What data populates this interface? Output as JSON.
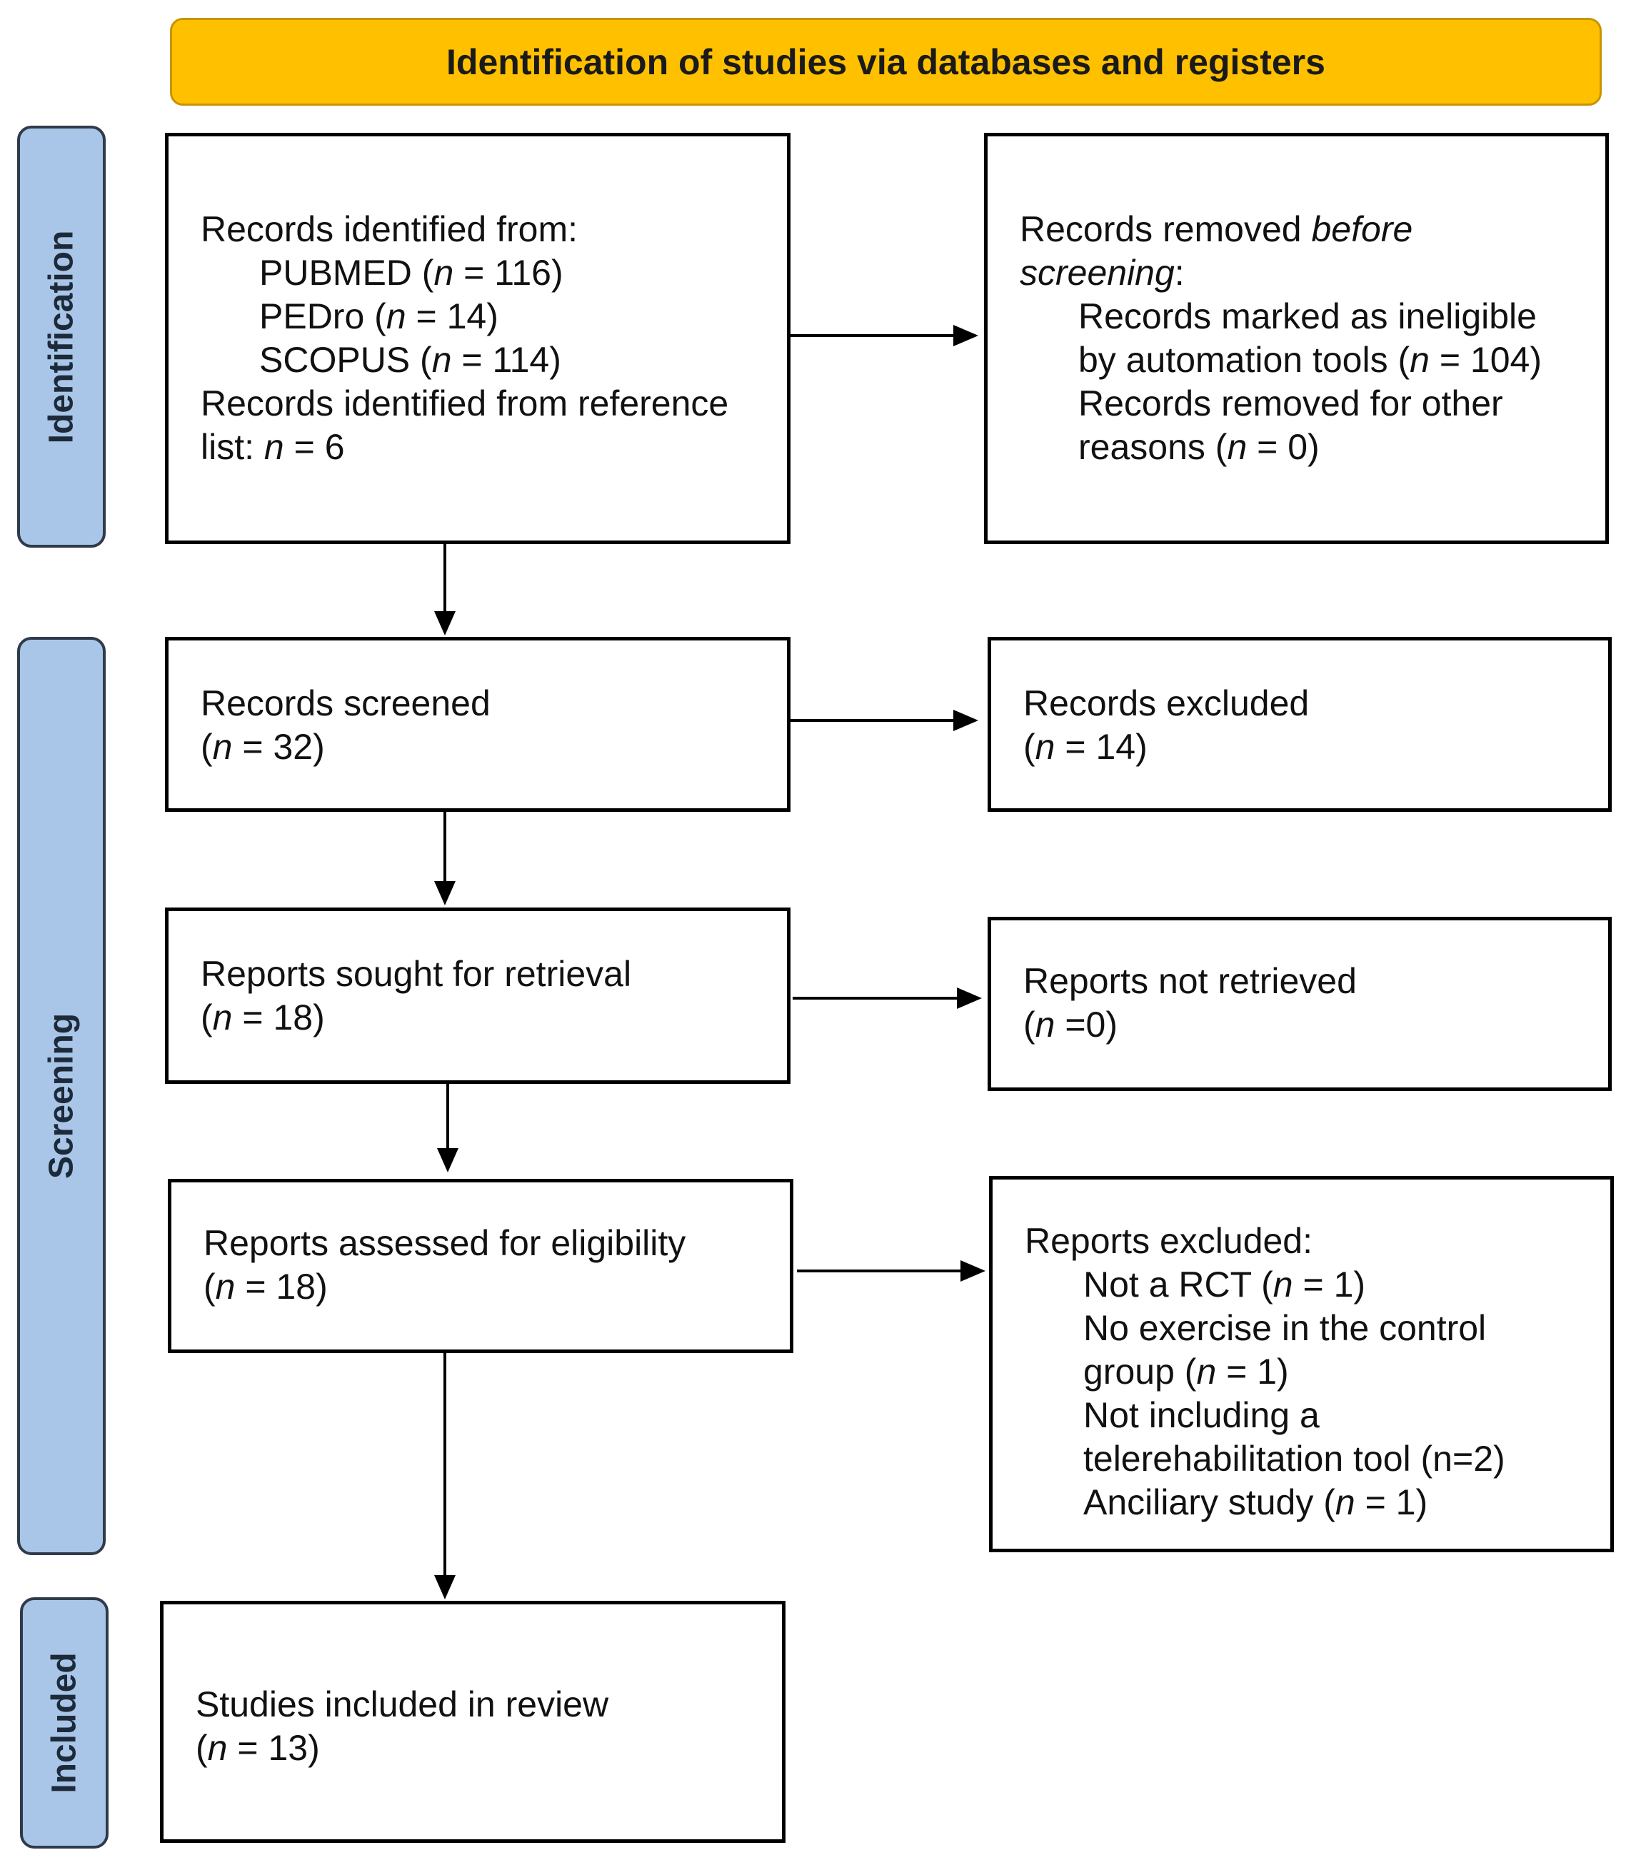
{
  "header": {
    "title": "Identification of studies via databases and registers"
  },
  "phases": {
    "identification": "Identification",
    "screening": "Screening",
    "included": "Included"
  },
  "records_identified": {
    "heading": "Records identified from:",
    "pubmed_name": "PUBMED (",
    "pubmed_n": "n",
    "pubmed_val": " = 116)",
    "pedro_name": "PEDro (",
    "pedro_n": "n",
    "pedro_val": " = 14)",
    "scopus_name": "SCOPUS (",
    "scopus_n": "n",
    "scopus_val": " = 114)",
    "reflist_line1": "Records identified from reference",
    "reflist_pre": "list: ",
    "reflist_n": "n",
    "reflist_val": " = 6"
  },
  "records_removed": {
    "heading_pre": "Records removed ",
    "heading_em": "before",
    "heading_line2_em": "screening",
    "heading_line2_post": ":",
    "ineligible_line1": "Records marked as ineligible",
    "ineligible_pre": "by automation tools (",
    "ineligible_n": "n",
    "ineligible_val": " = 104)",
    "other_line1": "Records removed for other",
    "other_pre": "reasons (",
    "other_n": "n",
    "other_val": " = 0)"
  },
  "records_screened": {
    "label": "Records screened",
    "pre": "(",
    "n": "n",
    "val": " = 32)"
  },
  "records_excluded": {
    "label": "Records excluded",
    "pre": "(",
    "n": "n",
    "val": " = 14)"
  },
  "reports_sought": {
    "label": "Reports sought for retrieval",
    "pre": "(",
    "n": "n",
    "val": " = 18)"
  },
  "reports_not_retrieved": {
    "label": "Reports not retrieved",
    "pre": "(",
    "n": "n",
    "val": " =0)"
  },
  "reports_assessed": {
    "label": "Reports assessed for eligibility",
    "pre": "(",
    "n": "n",
    "val": " = 18)"
  },
  "reports_excluded": {
    "heading": "Reports excluded:",
    "rct_pre": "Not a RCT (",
    "rct_n": "n",
    "rct_val": " = 1)",
    "control_line1": "No exercise in the control",
    "control_pre": "group (",
    "control_n": "n",
    "control_val": " = 1)",
    "tele_line1": "Not including a",
    "tele_line2": "telerehabilitation tool (n=2)",
    "ancillary_pre": "Anciliary study (",
    "ancillary_n": "n",
    "ancillary_val": " = 1)"
  },
  "studies_included": {
    "label": "Studies included in review",
    "pre": "(",
    "n": "n",
    "val": " = 13)"
  }
}
